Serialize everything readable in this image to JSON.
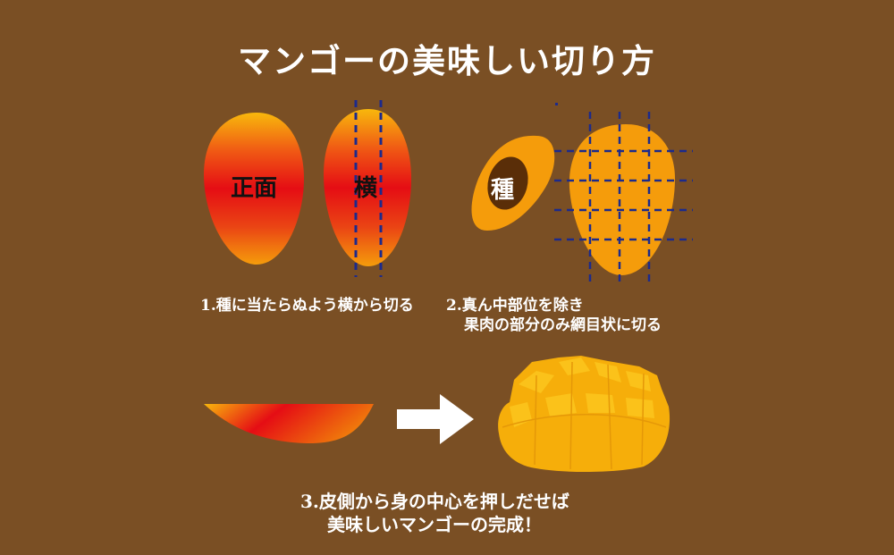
{
  "title": "マンゴーの美味しい切り方",
  "colors": {
    "background": "#7a4f24",
    "mango_orange": "#f59c0b",
    "mango_red": "#e50d14",
    "mango_yellow": "#f8b800",
    "cut_line": "#1c2a8c",
    "seed": "#5a2e08",
    "arrow": "#ffffff"
  },
  "step1": {
    "front_label": "正面",
    "side_label": "横",
    "caption": "1.種に当たらぬよう横から切る"
  },
  "step2": {
    "seed_label": "種",
    "caption_line1": "2.真ん中部位を除き",
    "caption_line2": "果肉の部分のみ網目状に切る"
  },
  "step3": {
    "caption_line1": "3.皮側から身の中心を押しだせば",
    "caption_line2": "美味しいマンゴーの完成！"
  },
  "icons": {
    "arrow": "arrow-right-icon"
  }
}
